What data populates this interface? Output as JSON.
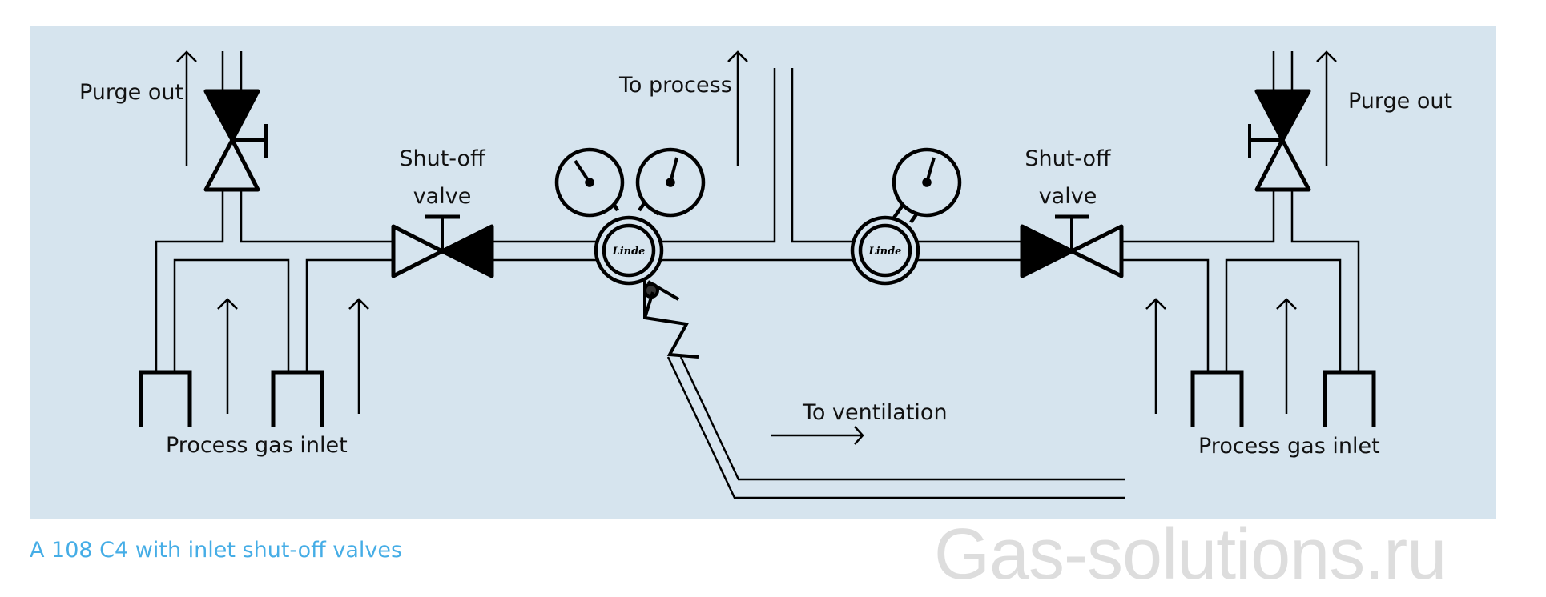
{
  "labels": {
    "purge_out_left": "Purge out",
    "purge_out_right": "Purge out",
    "shutoff_left_line1": "Shut-off",
    "shutoff_left_line2": "valve",
    "shutoff_right_line1": "Shut-off",
    "shutoff_right_line2": "valve",
    "to_process": "To process",
    "to_ventilation": "To ventilation",
    "process_gas_inlet_left": "Process gas inlet",
    "process_gas_inlet_right": "Process gas inlet",
    "regulator_logo": "Linde",
    "regulator_logo_right": "Linde"
  },
  "caption": "A 108 C4 with inlet shut-off valves",
  "watermark": "Gas-solutions.ru",
  "colors": {
    "panel_background": "#d6e4ee",
    "line": "#000000",
    "caption": "#45ade6",
    "watermark": "#dddddd"
  }
}
